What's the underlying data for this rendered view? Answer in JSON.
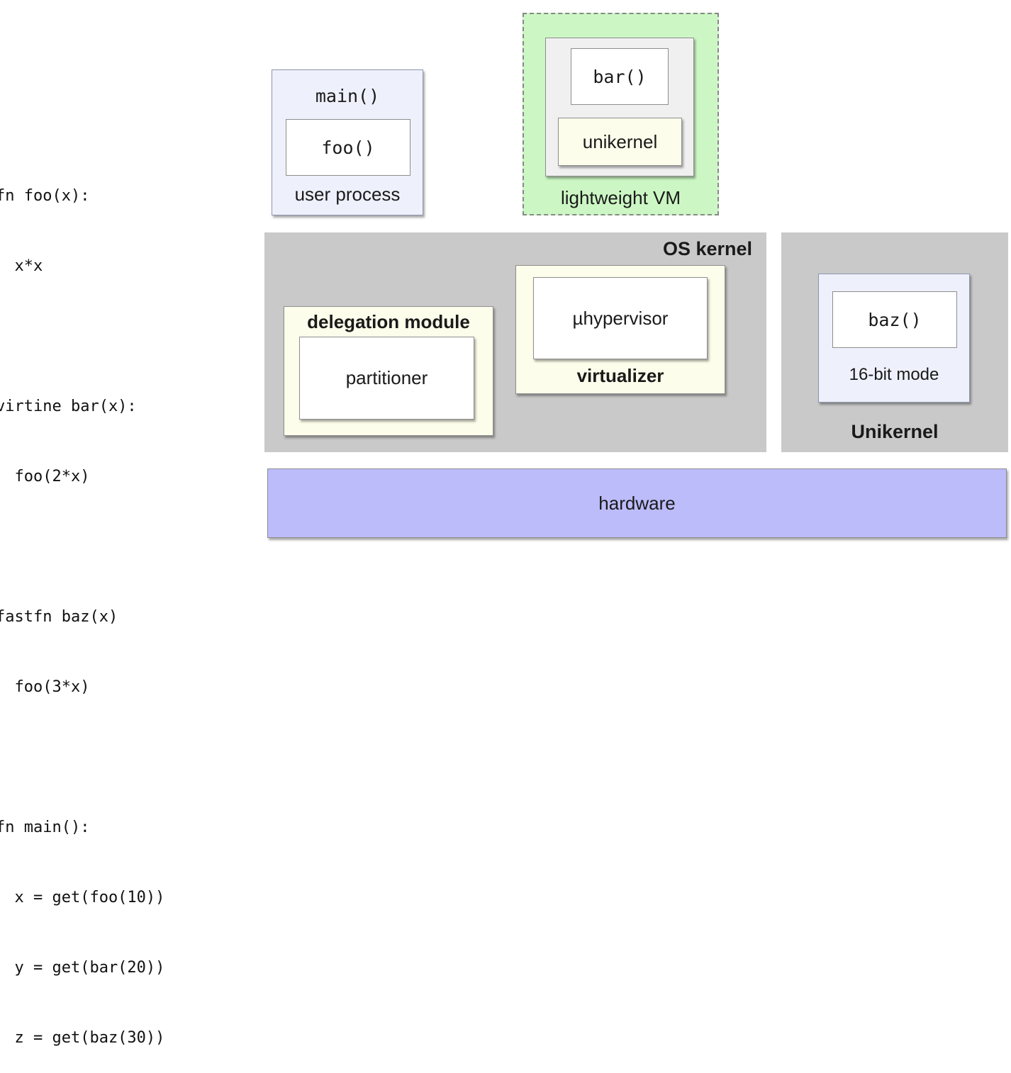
{
  "code": {
    "blocks": [
      [
        "fn foo(x):",
        "  x*x"
      ],
      [
        "virtine bar(x):",
        "  foo(2*x)"
      ],
      [
        "fastfn baz(x)",
        "  foo(3*x)"
      ],
      [
        "fn main():",
        "  x = get(foo(10))",
        "  y = get(bar(20))",
        "  z = get(baz(30))"
      ]
    ]
  },
  "user_process": {
    "title": "main()",
    "inner": "foo()",
    "label": "user process"
  },
  "lightweight_vm": {
    "inner_top": "bar()",
    "inner_bottom": "unikernel",
    "label": "lightweight VM"
  },
  "os_kernel": {
    "label": "OS kernel",
    "delegation_module": {
      "label": "delegation module",
      "inner": "partitioner"
    },
    "virtualizer": {
      "inner": "µhypervisor",
      "label": "virtualizer"
    }
  },
  "unikernel": {
    "label": "Unikernel",
    "inner": "baz()",
    "mode": "16-bit mode"
  },
  "hardware": {
    "label": "hardware"
  },
  "colors": {
    "vm_green": "#ccf7c4",
    "hardware_purple": "#bdbcfb",
    "kernel_gray": "#c9c9c9",
    "process_blue": "#eef0fb",
    "module_cream": "#fdfdeb"
  }
}
